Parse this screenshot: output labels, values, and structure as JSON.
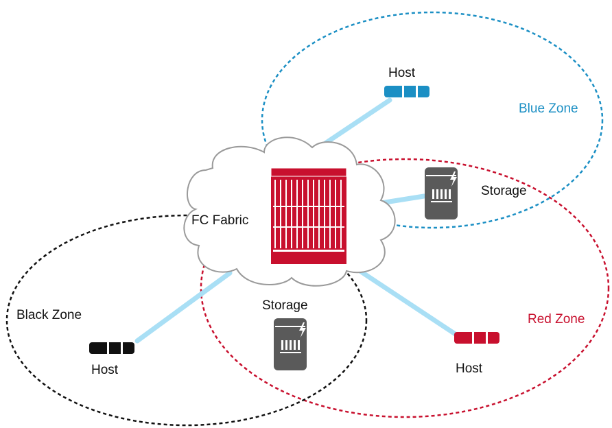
{
  "fabric": {
    "label": "FC Fabric"
  },
  "zones": {
    "blue": {
      "label": "Blue Zone",
      "color": "#1b8fc4"
    },
    "red": {
      "label": "Red Zone",
      "color": "#c8102e"
    },
    "black": {
      "label": "Black Zone",
      "color": "#111111"
    }
  },
  "nodes": {
    "host_blue": {
      "label": "Host",
      "color": "#1b8fc4"
    },
    "storage_blue_red": {
      "label": "Storage",
      "color": "#5a5a5a"
    },
    "host_black": {
      "label": "Host",
      "color": "#111111"
    },
    "storage_black_red": {
      "label": "Storage",
      "color": "#5a5a5a"
    },
    "host_red": {
      "label": "Host",
      "color": "#c8102e"
    }
  },
  "icons": {
    "switch": "fc-switch-icon",
    "host": "host-icon",
    "storage": "storage-icon"
  },
  "link_color": "#a9dff5"
}
